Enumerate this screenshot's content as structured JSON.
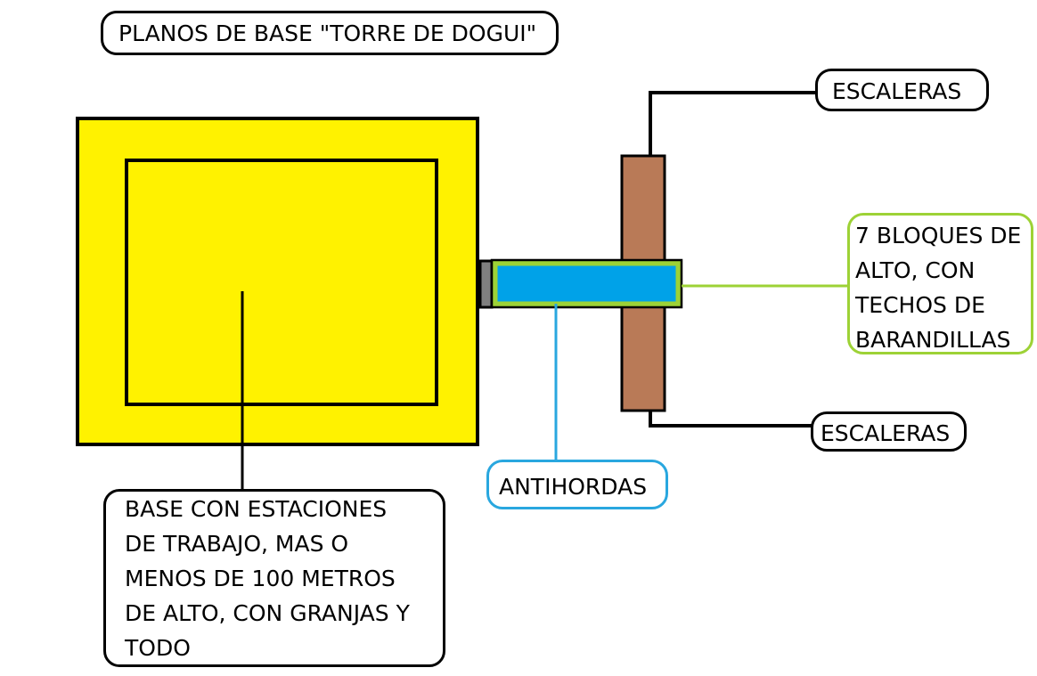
{
  "title": "PLANOS DE BASE \"TORRE DE DOGUI\"",
  "labels": {
    "stairs_top": "ESCALERAS",
    "stairs_bottom": "ESCALERAS",
    "anti_horde": "ANTIHORDAS",
    "blocks_note": "7 BLOQUES DE\nALTO, CON\nTECHOS DE\nBARANDILLAS",
    "base_note": "BASE CON ESTACIONES\nDE TRABAJO, MAS O\nMENOS DE 100 METROS\nDE ALTO, CON GRANJAS Y\nTODO"
  },
  "colors": {
    "base_fill": "#fff200",
    "stairs_fill": "#b97a57",
    "anti_horde_fill": "#00a2e8",
    "anti_horde_border": "#29a7df",
    "blocks_border": "#9dd236",
    "connector_gray": "#7f7f7f"
  }
}
